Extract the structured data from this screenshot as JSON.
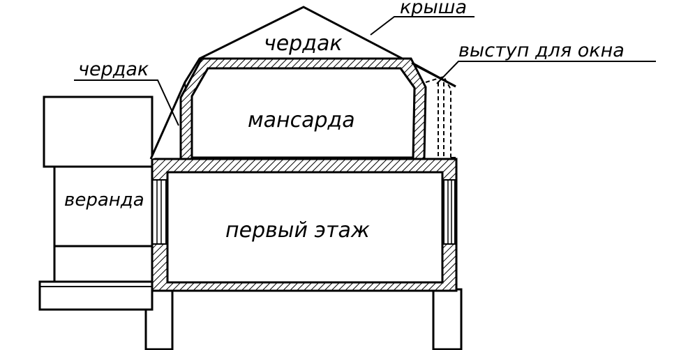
{
  "labels": {
    "roof": "крыша",
    "attic_top": "чердак",
    "window_projection": "выступ для окна",
    "attic_side": "чердак",
    "mansard": "мансарда",
    "veranda": "веранда",
    "first_floor": "первый этаж"
  },
  "colors": {
    "ink": "#000000",
    "paper": "#ffffff"
  }
}
